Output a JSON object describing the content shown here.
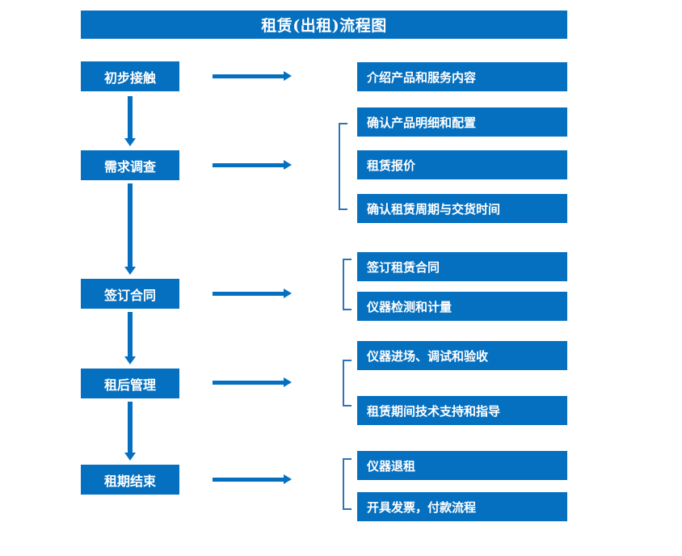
{
  "theme": {
    "blue": "#0670C0",
    "bracket_blue": "#2E74B5",
    "text_on_blue": "#FFFFFF",
    "background": "#FFFFFF"
  },
  "title": {
    "text": "租赁(出租)流程图"
  },
  "stages": [
    {
      "id": "stage-1",
      "label": "初步接触"
    },
    {
      "id": "stage-2",
      "label": "需求调查"
    },
    {
      "id": "stage-3",
      "label": "签订合同"
    },
    {
      "id": "stage-4",
      "label": "租后管理"
    },
    {
      "id": "stage-5",
      "label": "租期结束"
    }
  ],
  "details": [
    {
      "id": "detail-1-1",
      "label": "介绍产品和服务内容"
    },
    {
      "id": "detail-2-1",
      "label": "确认产品明细和配置"
    },
    {
      "id": "detail-2-2",
      "label": "租赁报价"
    },
    {
      "id": "detail-2-3",
      "label": "确认租赁周期与交货时间"
    },
    {
      "id": "detail-3-1",
      "label": "签订租赁合同"
    },
    {
      "id": "detail-3-2",
      "label": "仪器检测和计量"
    },
    {
      "id": "detail-4-1",
      "label": "仪器进场、调试和验收"
    },
    {
      "id": "detail-4-2",
      "label": "租赁期间技术支持和指导"
    },
    {
      "id": "detail-5-1",
      "label": "仪器退租"
    },
    {
      "id": "detail-5-2",
      "label": "开具发票，付款流程"
    }
  ],
  "groups": [
    {
      "id": "group-2",
      "stage": "需求调查",
      "members": [
        "确认产品明细和配置",
        "租赁报价",
        "确认租赁周期与交货时间"
      ]
    },
    {
      "id": "group-3",
      "stage": "签订合同",
      "members": [
        "签订租赁合同",
        "仪器检测和计量"
      ]
    },
    {
      "id": "group-4",
      "stage": "租后管理",
      "members": [
        "仪器进场、调试和验收",
        "租赁期间技术支持和指导"
      ]
    },
    {
      "id": "group-5",
      "stage": "租期结束",
      "members": [
        "仪器退租",
        "开具发票，付款流程"
      ]
    }
  ],
  "flow_order": [
    "初步接触",
    "需求调查",
    "签订合同",
    "租后管理",
    "租期结束"
  ]
}
